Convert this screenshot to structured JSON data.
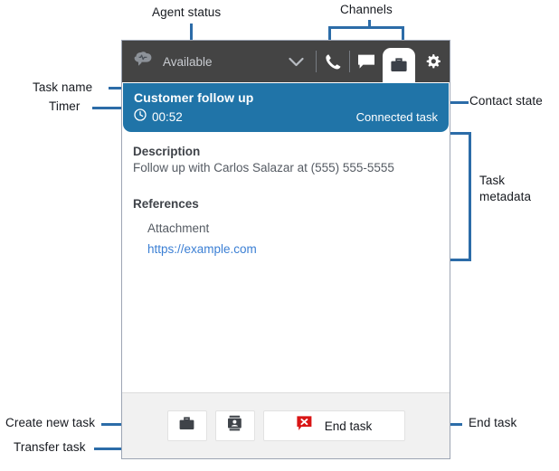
{
  "annotations": [
    {
      "id": "agent-status",
      "label": "Agent status"
    },
    {
      "id": "channels",
      "label": "Channels"
    },
    {
      "id": "task-name",
      "label": "Task name"
    },
    {
      "id": "timer",
      "label": "Timer"
    },
    {
      "id": "contact-state",
      "label": "Contact state"
    },
    {
      "id": "task-metadata",
      "label": "Task\nmetadata"
    },
    {
      "id": "task-metadata-line1",
      "label": "Task"
    },
    {
      "id": "task-metadata-line2",
      "label": "metadata"
    },
    {
      "id": "create-new-task",
      "label": "Create new task"
    },
    {
      "id": "transfer-task",
      "label": "Transfer task"
    },
    {
      "id": "end-task",
      "label": "End task"
    }
  ],
  "ccp": {
    "header": {
      "logo_icon": "amazon-connect-cloud-icon",
      "status_label": "Available",
      "status_chevron_icon": "chevron-down-icon",
      "channels": [
        {
          "id": "voice",
          "icon": "phone-icon",
          "active": false
        },
        {
          "id": "chat",
          "icon": "chat-bubble-icon",
          "active": false
        },
        {
          "id": "task",
          "icon": "briefcase-icon",
          "active": true
        }
      ],
      "settings_icon": "gear-icon"
    },
    "contact_card": {
      "task_name": "Customer follow up",
      "timer_icon": "clock-icon",
      "timer": "00:52",
      "state": "Connected task"
    },
    "metadata": {
      "description_label": "Description",
      "description_value": "Follow up with Carlos Salazar at (555) 555-5555",
      "references_label": "References",
      "reference_name": "Attachment",
      "reference_link": "https://example.com"
    },
    "footer": {
      "create_task_icon": "briefcase-icon",
      "transfer_task_icon": "contact-card-icon",
      "end_task_icon": "end-chat-red-icon",
      "end_task_label": "End task"
    }
  },
  "colors": {
    "header_bg": "#444444",
    "card_blue": "#2074a8",
    "link_blue": "#3b7fd4",
    "annotation_blue": "#2c6ca8",
    "end_task_red": "#d91515",
    "footer_bg": "#f1f1f1",
    "panel_border": "#9da5b4"
  }
}
